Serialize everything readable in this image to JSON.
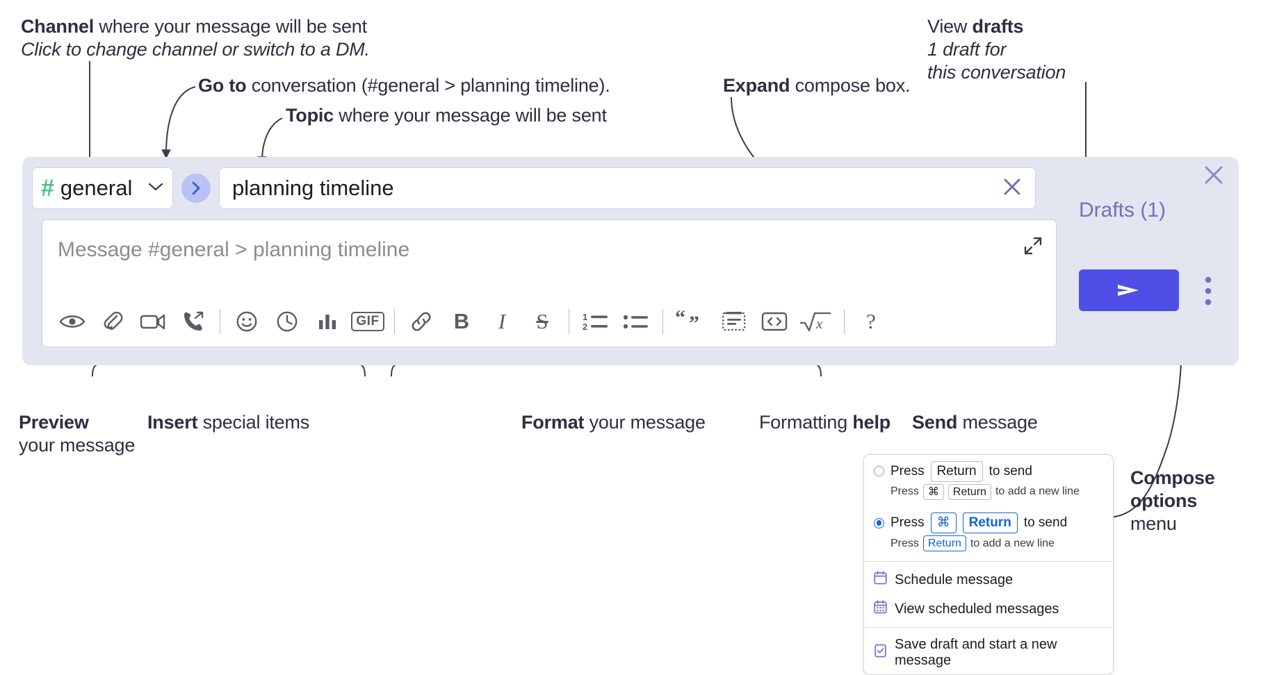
{
  "annotations": {
    "channel": {
      "bold": "Channel",
      "rest": " where your message will be sent",
      "italic": "Click to change channel or switch to a DM."
    },
    "goto": {
      "bold": "Go to",
      "rest": " conversation (#general > planning timeline)."
    },
    "topic": {
      "bold": "Topic",
      "rest": " where your message will be sent"
    },
    "expand": {
      "bold": "Expand",
      "rest": " compose box."
    },
    "drafts": {
      "plain": "View ",
      "bold": "drafts",
      "italic_1": "1 draft for",
      "italic_2": "this conversation"
    },
    "preview": {
      "bold": "Preview",
      "rest": "your message"
    },
    "insert": {
      "bold": "Insert",
      "rest": " special items"
    },
    "format": {
      "bold": "Format",
      "rest": " your message"
    },
    "help": {
      "plain": "Formatting ",
      "bold": "help"
    },
    "send": {
      "bold": "Send",
      "rest": " message"
    },
    "compose_options": {
      "bold_1": "Compose",
      "bold_2": "options",
      "rest": "menu"
    }
  },
  "compose": {
    "channel": {
      "hash": "#",
      "name": "general",
      "chevron": "∨"
    },
    "goto_button_label": "go-to-conversation",
    "topic": {
      "value": "planning timeline"
    },
    "message": {
      "placeholder": "Message #general > planning timeline"
    },
    "drafts_label": "Drafts (1)",
    "toolbar": [
      {
        "name": "preview-icon",
        "label": "Preview"
      },
      {
        "name": "attachment-icon",
        "label": "Attach file"
      },
      {
        "name": "video-icon",
        "label": "Record video clip"
      },
      {
        "name": "huddle-icon",
        "label": "Start huddle"
      },
      {
        "name": "separator",
        "label": ""
      },
      {
        "name": "emoji-icon",
        "label": "Emoji"
      },
      {
        "name": "clock-icon",
        "label": "Schedule"
      },
      {
        "name": "poll-icon",
        "label": "Poll"
      },
      {
        "name": "gif-icon",
        "label": "GIF"
      },
      {
        "name": "separator",
        "label": ""
      },
      {
        "name": "link-icon",
        "label": "Link"
      },
      {
        "name": "bold-icon",
        "label": "B"
      },
      {
        "name": "italic-icon",
        "label": "I"
      },
      {
        "name": "strikethrough-icon",
        "label": "S"
      },
      {
        "name": "separator",
        "label": ""
      },
      {
        "name": "ordered-list-icon",
        "label": "Ordered list"
      },
      {
        "name": "bulleted-list-icon",
        "label": "Bulleted list"
      },
      {
        "name": "separator",
        "label": ""
      },
      {
        "name": "blockquote-icon",
        "label": "Blockquote"
      },
      {
        "name": "code-block-icon",
        "label": "Code block"
      },
      {
        "name": "code-icon",
        "label": "Code"
      },
      {
        "name": "math-icon",
        "label": "Math"
      },
      {
        "name": "separator",
        "label": ""
      },
      {
        "name": "help-icon",
        "label": "?"
      }
    ],
    "send_icon": "paper-plane-icon",
    "kebab_icon": "vertical-dots-icon",
    "close_icon": "close-icon"
  },
  "options_menu": {
    "send_options": [
      {
        "selected": false,
        "title_pre": "Press ",
        "title_key": "Return",
        "title_post": " to send",
        "sub_pre": "Press ",
        "sub_key_1": "⌘",
        "sub_key_2": "Return",
        "sub_post": " to add a new line"
      },
      {
        "selected": true,
        "title_pre": "Press ",
        "title_key_1": "⌘",
        "title_key_2": "Return",
        "title_post": " to send",
        "sub_pre": "Press ",
        "sub_key": "Return",
        "sub_post": " to add a new line"
      }
    ],
    "items": [
      {
        "icon": "calendar-icon",
        "label": "Schedule message"
      },
      {
        "icon": "calendar-grid-icon",
        "label": "View scheduled messages"
      },
      {
        "icon": "save-draft-icon",
        "label": "Save draft and start a new message"
      }
    ]
  },
  "colors": {
    "panel_bg": "#e3e5f1",
    "accent_send": "#4f4fe8",
    "drafts_text": "#6f74b8",
    "channel_hash": "#4fc08a",
    "radio_blue": "#1264e0",
    "menu_icon_purple": "#7b6fe0"
  }
}
